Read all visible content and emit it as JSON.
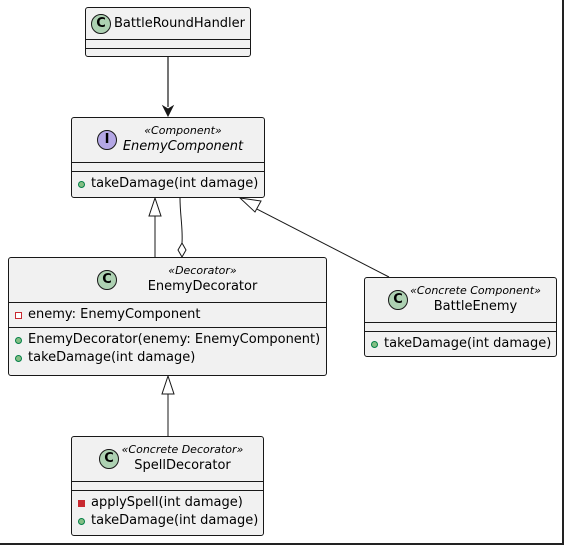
{
  "diagram": {
    "classes": {
      "battle_round_handler": {
        "kind": "class",
        "badge": "C",
        "name": "BattleRoundHandler",
        "attributes": [],
        "methods": []
      },
      "enemy_component": {
        "kind": "interface",
        "badge": "I",
        "stereotype": "«Component»",
        "name": "EnemyComponent",
        "attributes": [],
        "methods": [
          {
            "visibility": "public",
            "text": "takeDamage(int damage)"
          }
        ]
      },
      "enemy_decorator": {
        "kind": "class",
        "badge": "C",
        "stereotype": "«Decorator»",
        "name": "EnemyDecorator",
        "attributes": [
          {
            "visibility": "private",
            "text": "enemy: EnemyComponent"
          }
        ],
        "methods": [
          {
            "visibility": "public",
            "text": "EnemyDecorator(enemy: EnemyComponent)"
          },
          {
            "visibility": "public",
            "text": "takeDamage(int damage)"
          }
        ]
      },
      "battle_enemy": {
        "kind": "class",
        "badge": "C",
        "stereotype": "«Concrete Component»",
        "name": "BattleEnemy",
        "attributes": [],
        "methods": [
          {
            "visibility": "public",
            "text": "takeDamage(int damage)"
          }
        ]
      },
      "spell_decorator": {
        "kind": "class",
        "badge": "C",
        "stereotype": "«Concrete Decorator»",
        "name": "SpellDecorator",
        "attributes": [],
        "methods": [
          {
            "visibility": "private",
            "text": "applySpell(int damage)"
          },
          {
            "visibility": "public",
            "text": "takeDamage(int damage)"
          }
        ]
      }
    },
    "relations": [
      {
        "from": "battle_round_handler",
        "to": "enemy_component",
        "type": "association"
      },
      {
        "from": "enemy_decorator",
        "to": "enemy_component",
        "type": "realization"
      },
      {
        "from": "enemy_decorator",
        "to": "enemy_component",
        "type": "aggregation"
      },
      {
        "from": "battle_enemy",
        "to": "enemy_component",
        "type": "realization"
      },
      {
        "from": "spell_decorator",
        "to": "enemy_decorator",
        "type": "inheritance"
      }
    ],
    "colors": {
      "class_fill": "#f1f1f1",
      "border": "#181818",
      "class_badge": "#add1b2",
      "interface_badge": "#b4a7e5",
      "public_marker": "#84be84",
      "private_marker": "#c82930"
    }
  }
}
